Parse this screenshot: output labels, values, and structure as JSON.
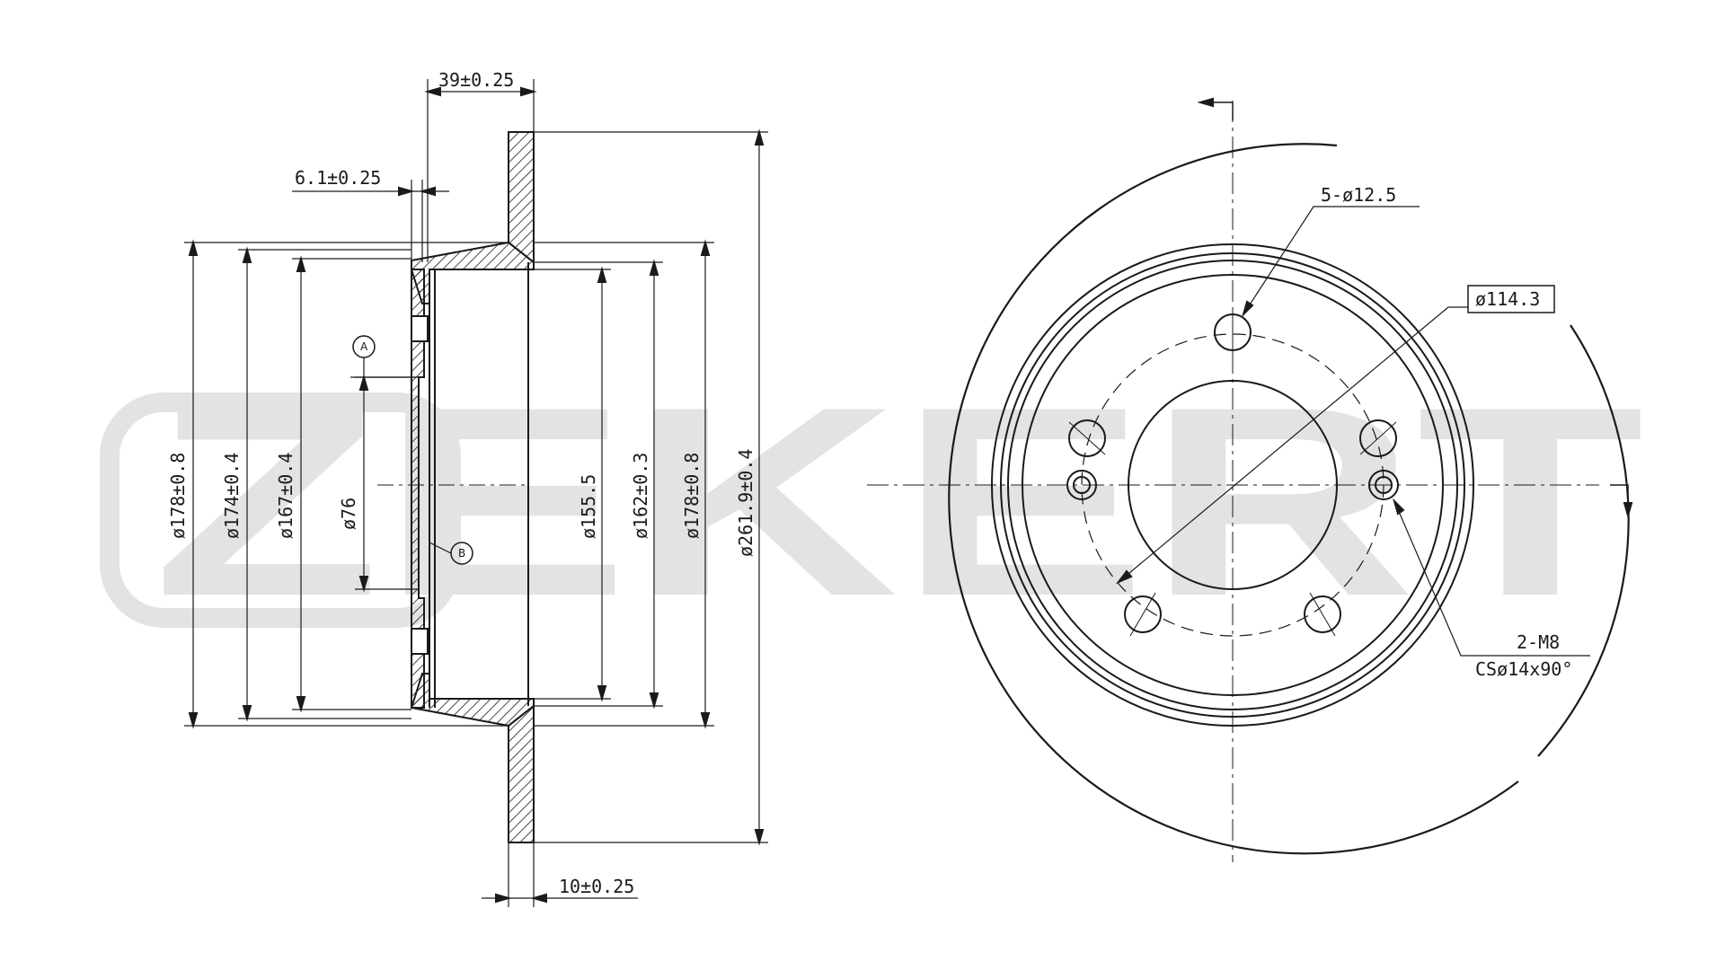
{
  "watermark": {
    "text": "ZEKERT",
    "color": "#e3e3e3"
  },
  "colors": {
    "line": "#1a1a1a",
    "hatch": "#1a1a1a"
  },
  "side_view": {
    "dims": {
      "hub_depth": "39±0.25",
      "hat_thickness": "6.1±0.25",
      "disc_thickness": "10±0.25",
      "d178_outer": "ø178±0.8",
      "d174": "ø174±0.4",
      "d167": "ø167±0.4",
      "d76": "ø76",
      "d155": "ø155.5",
      "d162": "ø162±0.3",
      "d178_inner": "ø178±0.8",
      "d261": "ø261.9±0.4"
    },
    "ref_a": "A",
    "ref_b": "B"
  },
  "front_view": {
    "bolt_holes": "5-ø12.5",
    "pcd": "ø114.3",
    "threads": "2-M8",
    "countersink": "CSø14x90°"
  }
}
